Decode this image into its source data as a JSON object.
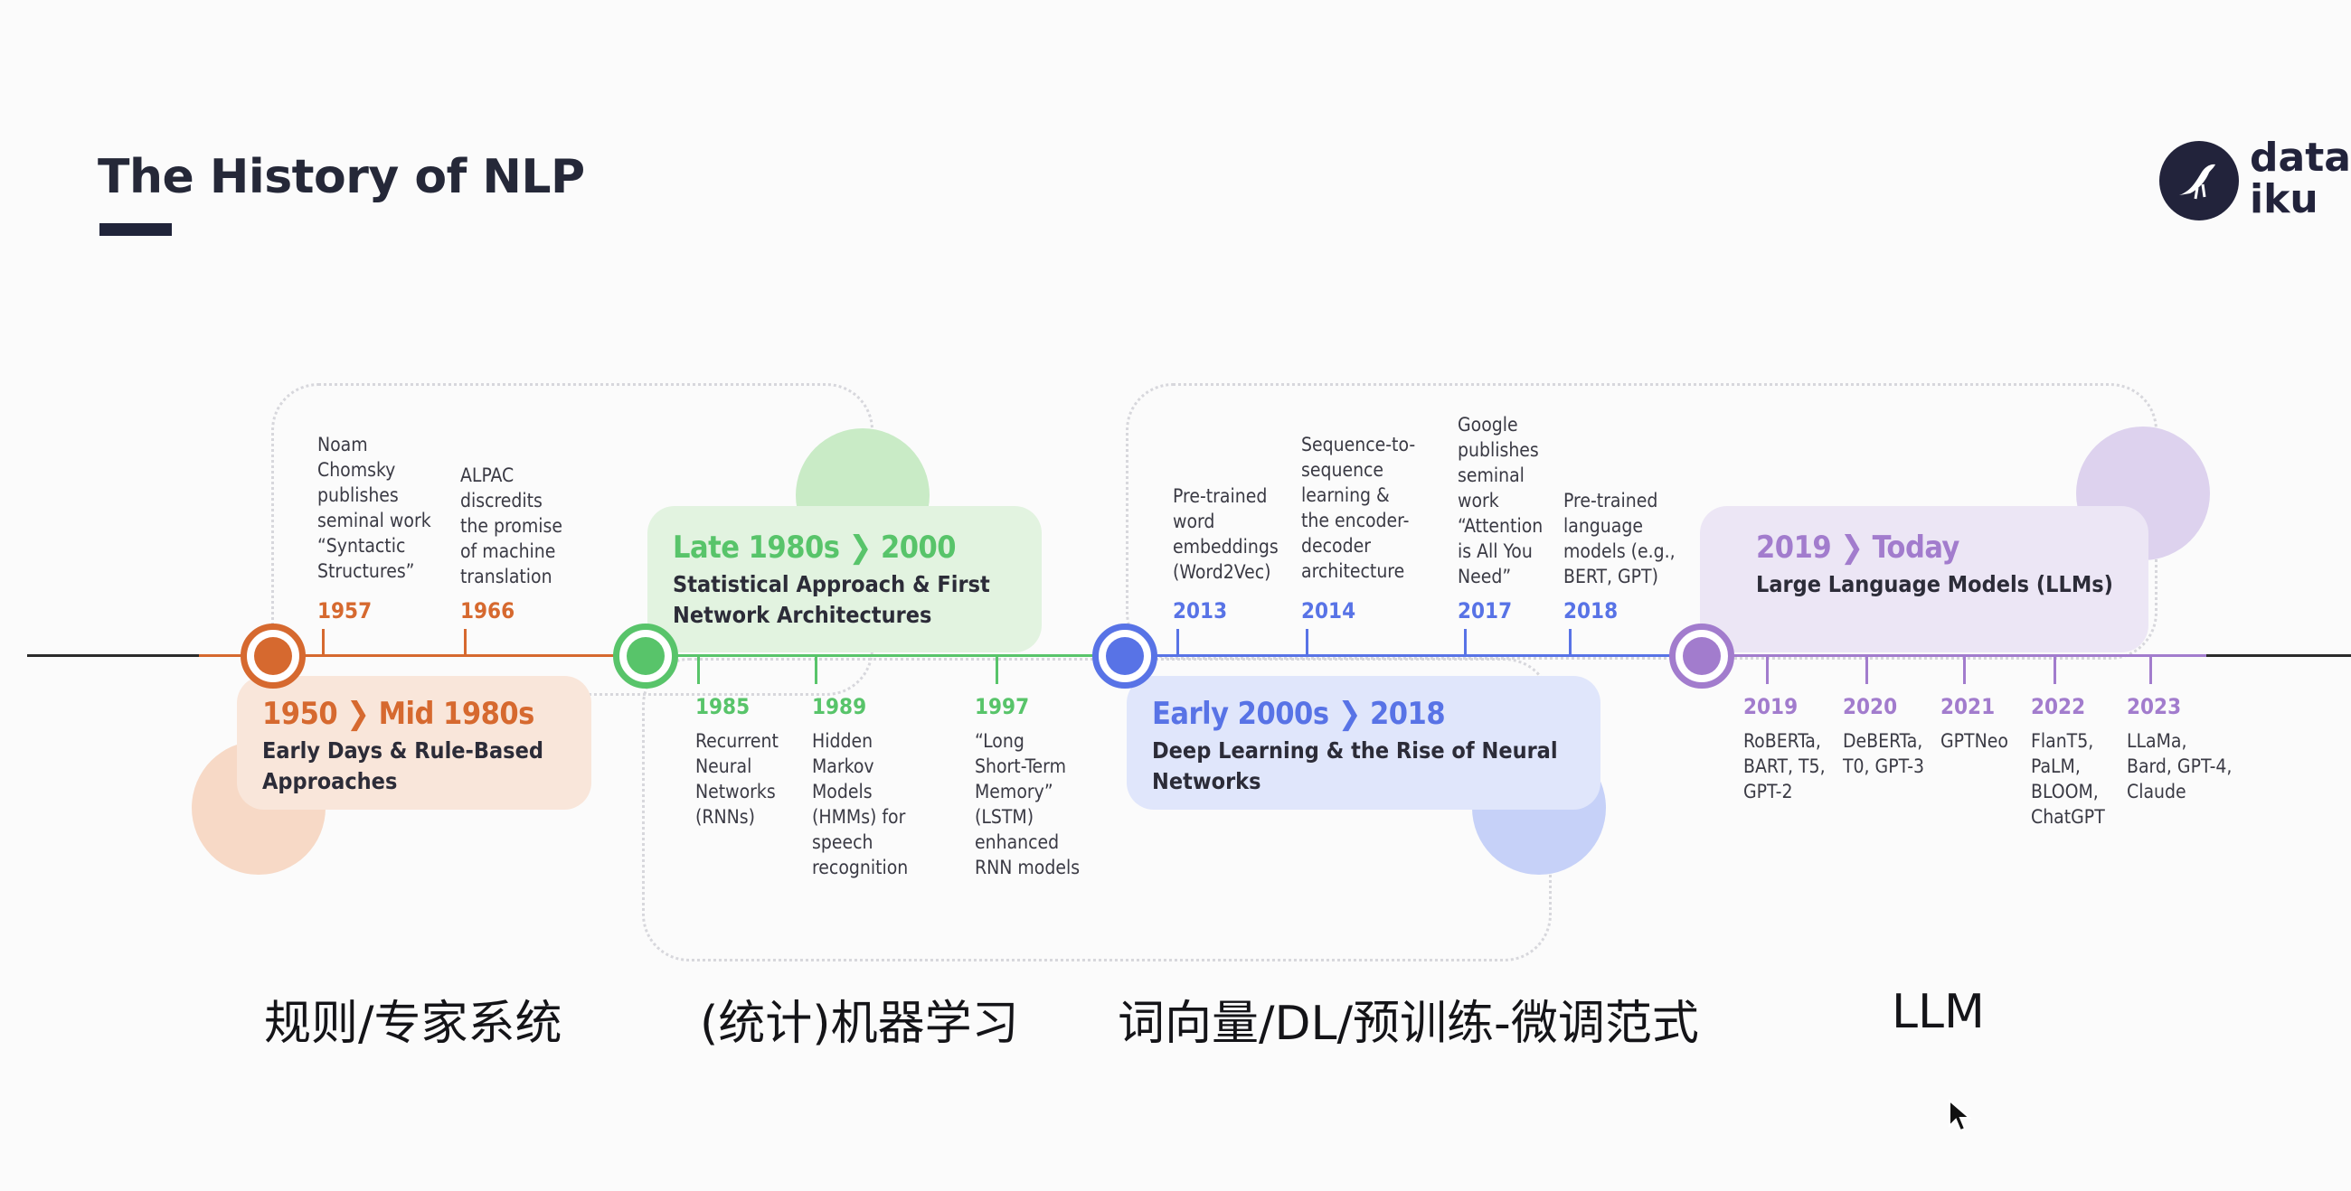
{
  "page": {
    "title": "The History of NLP",
    "logo_text_lines": [
      "data",
      "iku"
    ]
  },
  "colors": {
    "orange": "#d6692f",
    "orange_soft": "#f9e6da",
    "green": "#58c46a",
    "green_soft": "#e2f3e0",
    "blue": "#5873e6",
    "blue_soft": "#e0e6fb",
    "purple": "#a27ccd",
    "purple_soft": "#ece6f5",
    "text_dark": "#2b2b35"
  },
  "periods": [
    {
      "head_start": "1950",
      "head_end": "Mid 1980s",
      "sub": [
        "Early Days & Rule-Based",
        "Approaches"
      ],
      "color": "orange",
      "milestones": [
        {
          "year": "1957",
          "position": "above",
          "lines": [
            "Noam",
            "Chomsky",
            "publishes",
            "seminal work",
            "“Syntactic",
            "Structures”"
          ]
        },
        {
          "year": "1966",
          "position": "above",
          "lines": [
            "ALPAC",
            "discredits",
            "the promise",
            "of machine",
            "translation"
          ]
        }
      ]
    },
    {
      "head_start": "Late 1980s",
      "head_end": "2000",
      "sub": [
        "Statistical Approach & First",
        "Network Architectures"
      ],
      "color": "green",
      "milestones": [
        {
          "year": "1985",
          "position": "below",
          "lines": [
            "Recurrent",
            "Neural",
            "Networks",
            "(RNNs)"
          ]
        },
        {
          "year": "1989",
          "position": "below",
          "lines": [
            "Hidden",
            "Markov",
            "Models",
            "(HMMs) for",
            "speech",
            "recognition"
          ]
        },
        {
          "year": "1997",
          "position": "below",
          "lines": [
            "“Long",
            "Short-Term",
            "Memory”",
            "(LSTM)",
            "enhanced",
            "RNN models"
          ]
        }
      ]
    },
    {
      "head_start": "Early 2000s",
      "head_end": "2018",
      "sub": [
        "Deep Learning & the Rise of Neural",
        "Networks"
      ],
      "color": "blue",
      "milestones": [
        {
          "year": "2013",
          "position": "above",
          "lines": [
            "Pre-trained",
            "word",
            "embeddings",
            "(Word2Vec)"
          ]
        },
        {
          "year": "2014",
          "position": "above",
          "lines": [
            "Sequence-to-",
            "sequence",
            "learning &",
            "the encoder-",
            "decoder",
            "architecture"
          ]
        },
        {
          "year": "2017",
          "position": "above",
          "lines": [
            "Google",
            "publishes",
            "seminal",
            "work",
            "“Attention",
            "is All You",
            "Need”"
          ]
        },
        {
          "year": "2018",
          "position": "above",
          "lines": [
            "Pre-trained",
            "language",
            "models (e.g.,",
            "BERT, GPT)"
          ]
        }
      ]
    },
    {
      "head_start": "2019",
      "head_end": "Today",
      "sub": [
        "Large Language Models (LLMs)"
      ],
      "color": "purple",
      "milestones": [
        {
          "year": "2019",
          "position": "below",
          "lines": [
            "RoBERTa,",
            "BART, T5,",
            "GPT-2"
          ]
        },
        {
          "year": "2020",
          "position": "below",
          "lines": [
            "DeBERTa,",
            "T0, GPT-3"
          ]
        },
        {
          "year": "2021",
          "position": "below",
          "lines": [
            "GPTNeo"
          ]
        },
        {
          "year": "2022",
          "position": "below",
          "lines": [
            "FlanT5,",
            "PaLM,",
            "BLOOM,",
            "ChatGPT"
          ]
        },
        {
          "year": "2023",
          "position": "below",
          "lines": [
            "LLaMa,",
            "Bard, GPT-4,",
            "Claude"
          ]
        }
      ]
    }
  ],
  "eras": [
    "规则/专家系统",
    "(统计)机器学习",
    "词向量/DL/预训练-微调范式",
    "LLM"
  ]
}
